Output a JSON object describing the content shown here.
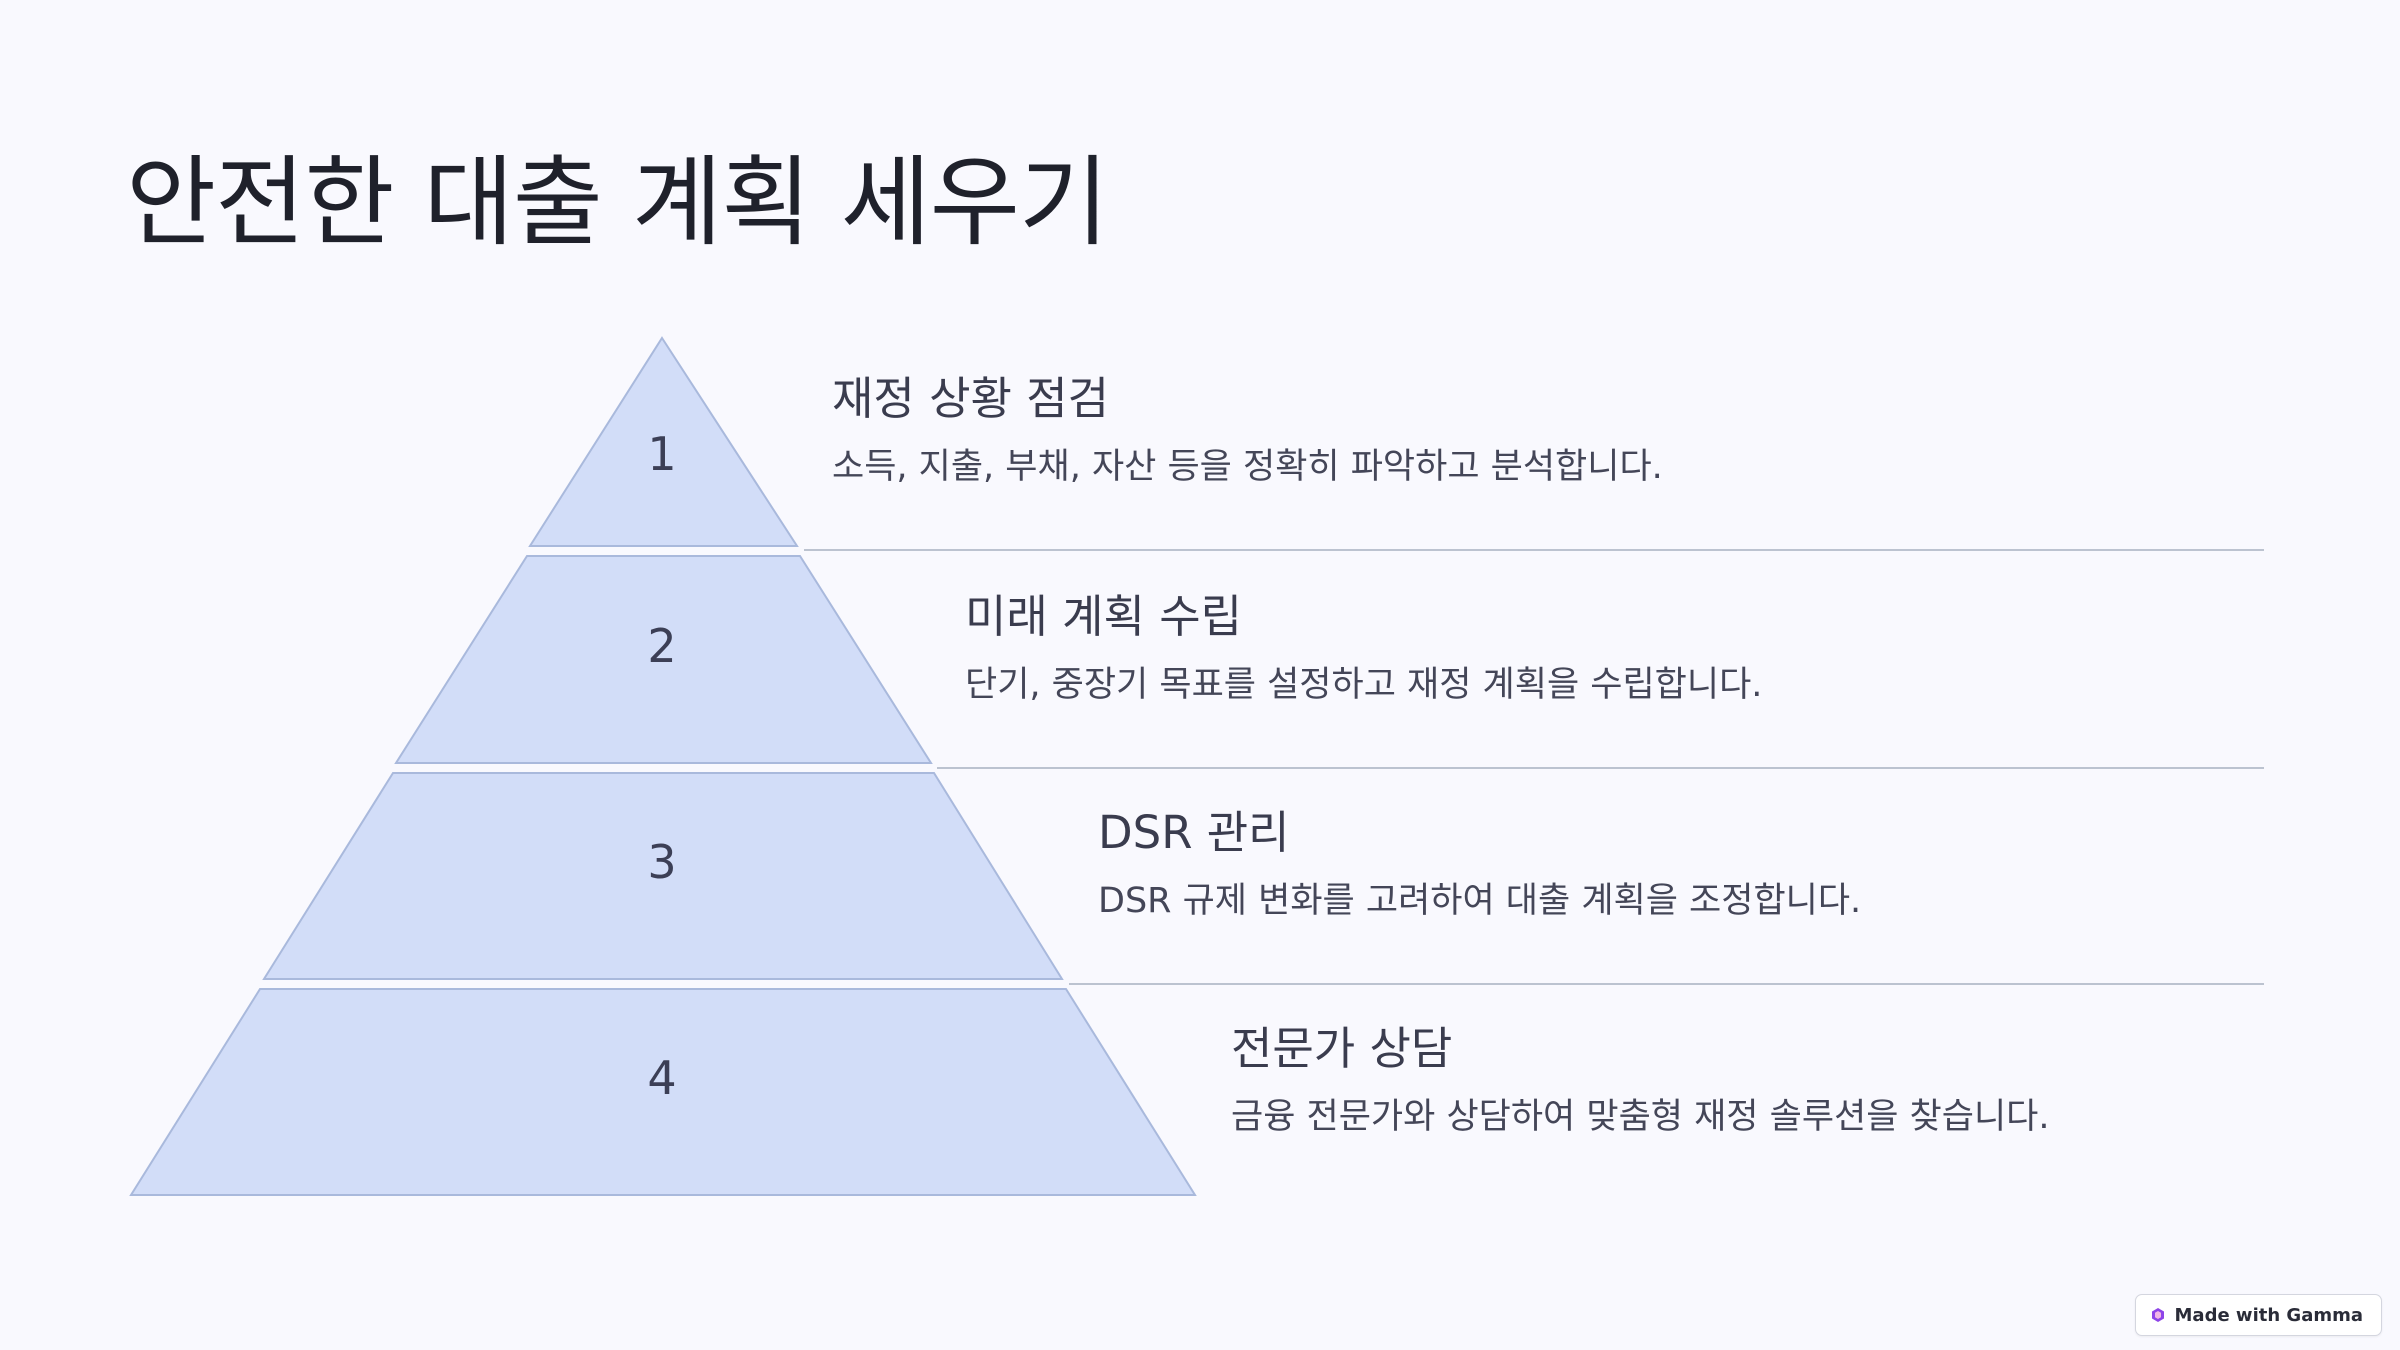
{
  "title": "안전한 대출 계획 세우기",
  "steps": [
    {
      "number": "1",
      "title": "재정 상황 점검",
      "description": "소득, 지출, 부채, 자산 등을 정확히 파악하고 분석합니다."
    },
    {
      "number": "2",
      "title": "미래 계획 수립",
      "description": "단기, 중장기 목표를 설정하고 재정 계획을 수립합니다."
    },
    {
      "number": "3",
      "title": "DSR 관리",
      "description": "DSR 규제 변화를 고려하여 대출 계획을 조정합니다."
    },
    {
      "number": "4",
      "title": "전문가 상담",
      "description": "금융 전문가와 상담하여 맞춤형 재정 솔루션을 찾습니다."
    }
  ],
  "badge": {
    "label": "Made with Gamma",
    "icon": "gamma-logo-icon"
  },
  "colors": {
    "background": "#F9F9FE",
    "segment_fill": "#D2DDF8",
    "segment_stroke": "#A9B9DC",
    "separator": "#BCC3D0"
  }
}
